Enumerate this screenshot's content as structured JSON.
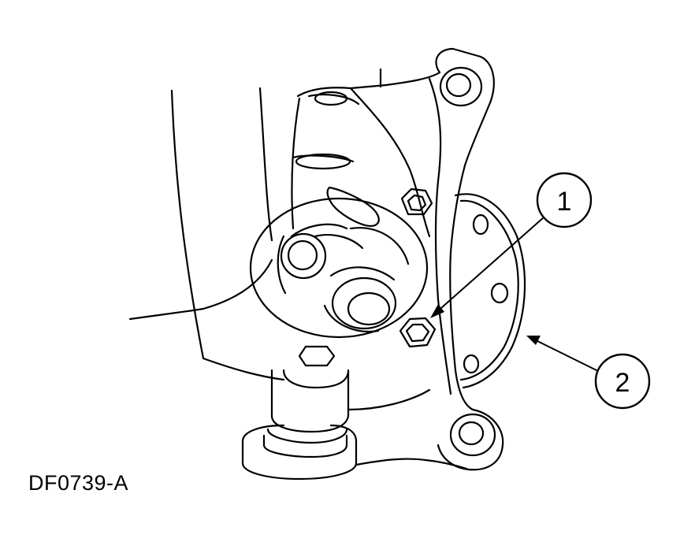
{
  "figure": {
    "id": "DF0739-A"
  },
  "callouts": [
    {
      "number": "1"
    },
    {
      "number": "2"
    }
  ]
}
